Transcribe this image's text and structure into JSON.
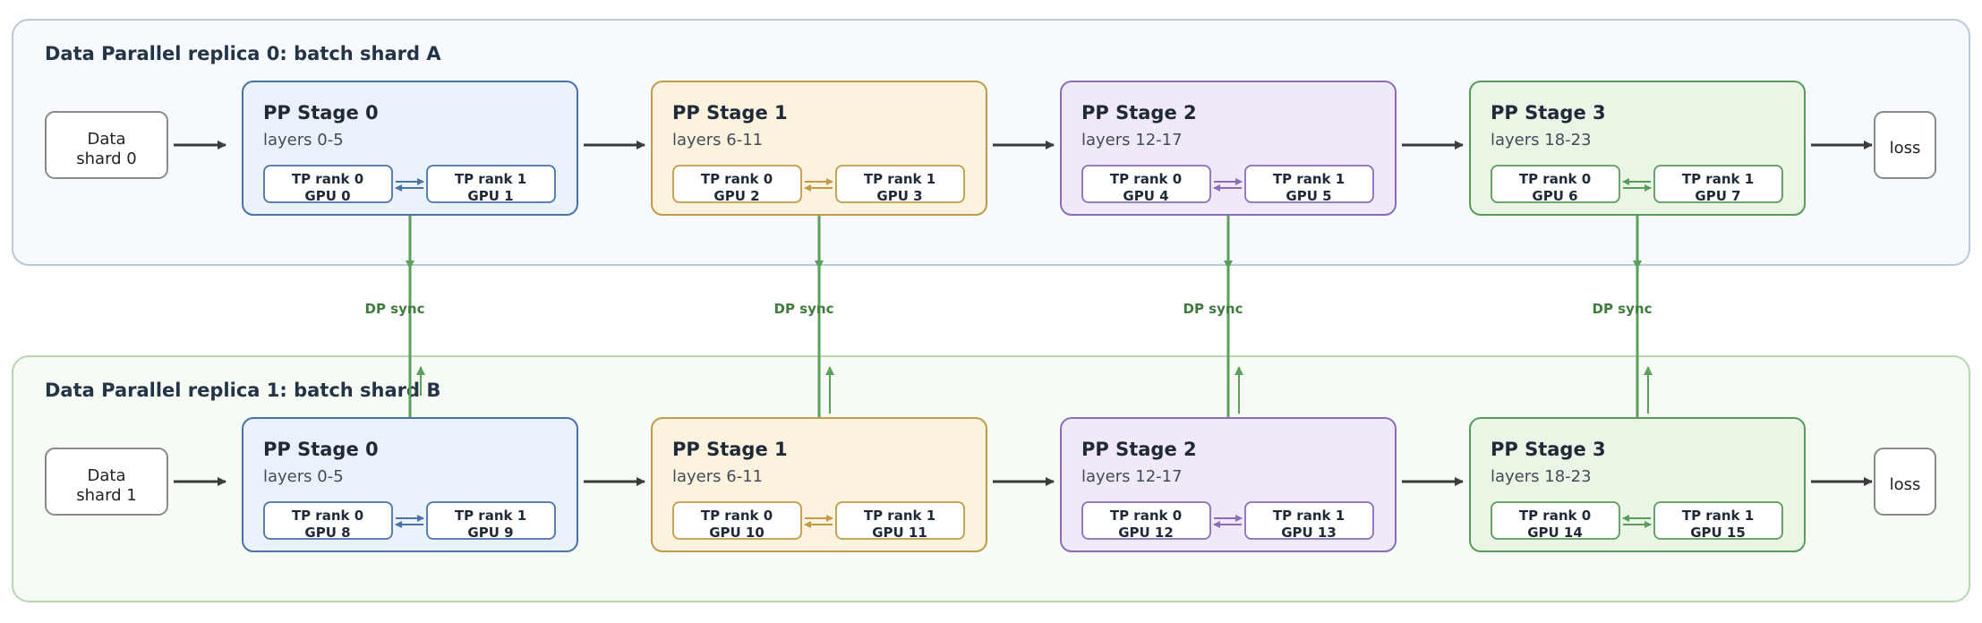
{
  "colors": {
    "stages": [
      {
        "fill": "#eaf2fc",
        "stroke": "#4a72a8",
        "arrow": "#4a72a8"
      },
      {
        "fill": "#fcf3df",
        "stroke": "#c29a4a",
        "arrow": "#c29a4a"
      },
      {
        "fill": "#efe9fa",
        "stroke": "#8a6fb8",
        "arrow": "#8a6fb8"
      },
      {
        "fill": "#e9f6e6",
        "stroke": "#5a9a5a",
        "arrow": "#5a9a5a"
      }
    ],
    "replica_fill": [
      "#f6f9fd",
      "#f6fbf5"
    ],
    "replica_stroke": [
      "#b8cad8",
      "#b6d7b0"
    ],
    "dp_line": "#5aa05a",
    "flow_arrow": "#3b3b3b",
    "io_stroke": "#8a8a8a"
  },
  "replicas": [
    {
      "title": "Data Parallel replica 0: batch shard A",
      "input_lines": [
        "Data",
        "shard 0"
      ],
      "output_label": "loss",
      "stages": [
        {
          "title": "PP Stage 0",
          "layers": "layers 0-5",
          "tp": [
            {
              "rank": "TP rank 0",
              "gpu": "GPU 0"
            },
            {
              "rank": "TP rank 1",
              "gpu": "GPU 1"
            }
          ]
        },
        {
          "title": "PP Stage 1",
          "layers": "layers 6-11",
          "tp": [
            {
              "rank": "TP rank 0",
              "gpu": "GPU 2"
            },
            {
              "rank": "TP rank 1",
              "gpu": "GPU 3"
            }
          ]
        },
        {
          "title": "PP Stage 2",
          "layers": "layers 12-17",
          "tp": [
            {
              "rank": "TP rank 0",
              "gpu": "GPU 4"
            },
            {
              "rank": "TP rank 1",
              "gpu": "GPU 5"
            }
          ]
        },
        {
          "title": "PP Stage 3",
          "layers": "layers 18-23",
          "tp": [
            {
              "rank": "TP rank 0",
              "gpu": "GPU 6"
            },
            {
              "rank": "TP rank 1",
              "gpu": "GPU 7"
            }
          ]
        }
      ]
    },
    {
      "title": "Data Parallel replica 1: batch shard B",
      "input_lines": [
        "Data",
        "shard 1"
      ],
      "output_label": "loss",
      "stages": [
        {
          "title": "PP Stage 0",
          "layers": "layers 0-5",
          "tp": [
            {
              "rank": "TP rank 0",
              "gpu": "GPU 8"
            },
            {
              "rank": "TP rank 1",
              "gpu": "GPU 9"
            }
          ]
        },
        {
          "title": "PP Stage 1",
          "layers": "layers 6-11",
          "tp": [
            {
              "rank": "TP rank 0",
              "gpu": "GPU 10"
            },
            {
              "rank": "TP rank 1",
              "gpu": "GPU 11"
            }
          ]
        },
        {
          "title": "PP Stage 2",
          "layers": "layers 12-17",
          "tp": [
            {
              "rank": "TP rank 0",
              "gpu": "GPU 12"
            },
            {
              "rank": "TP rank 1",
              "gpu": "GPU 13"
            }
          ]
        },
        {
          "title": "PP Stage 3",
          "layers": "layers 18-23",
          "tp": [
            {
              "rank": "TP rank 0",
              "gpu": "GPU 14"
            },
            {
              "rank": "TP rank 1",
              "gpu": "GPU 15"
            }
          ]
        }
      ]
    }
  ],
  "dp_sync_label": "DP sync"
}
